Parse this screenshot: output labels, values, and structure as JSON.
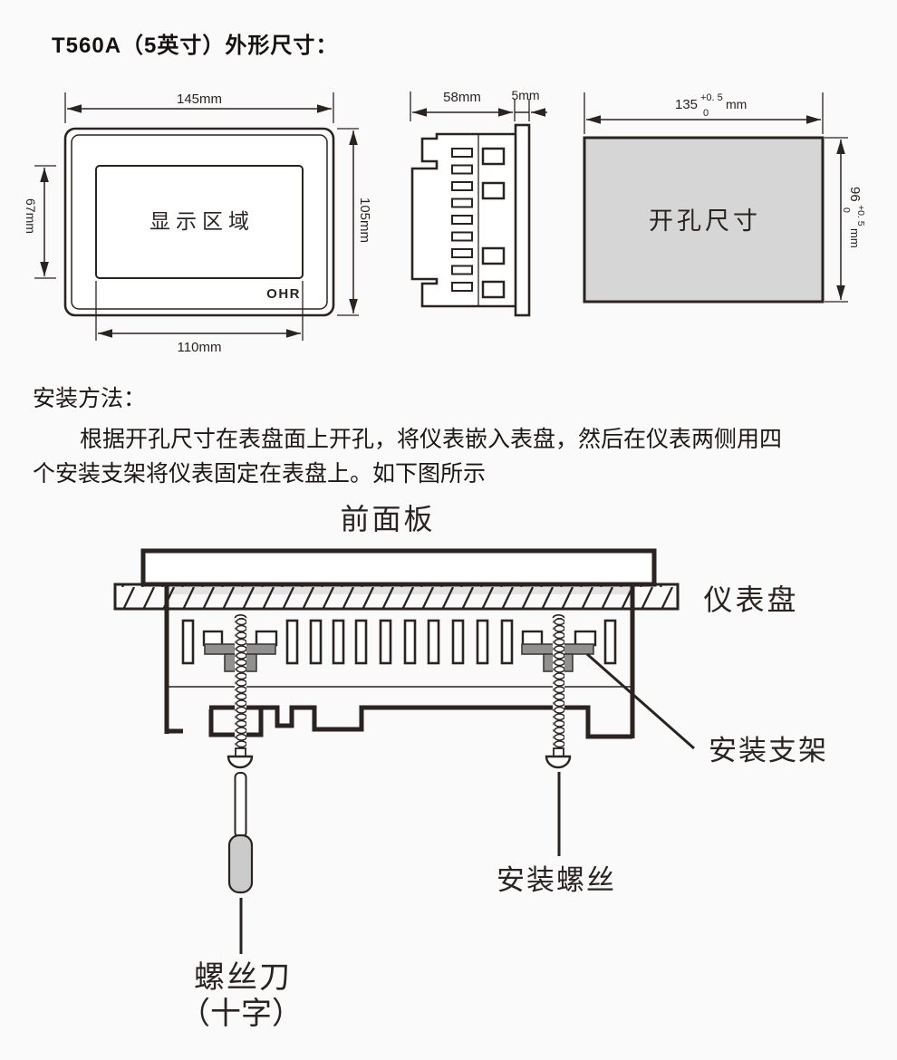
{
  "page": {
    "background": "#fafafa",
    "ink": "#2b2320",
    "cutout_fill": "#d6d6d6",
    "bracket_fill": "#909090",
    "handle_fill": "#cbcbcb"
  },
  "header": {
    "title": "T560A（5英寸）外形尺寸："
  },
  "front_view": {
    "display_area_label": "显示区域",
    "brand_logo": "OHR",
    "width_dim": "145mm",
    "height_dim": "105mm",
    "display_height_dim": "67mm",
    "display_width_dim": "110mm"
  },
  "side_view": {
    "depth_dim": "58mm",
    "bezel_dim": "5mm"
  },
  "cutout_view": {
    "label": "开孔尺寸",
    "width_value": "135",
    "width_tol_upper": "+0. 5",
    "width_tol_lower": "0",
    "width_unit": "mm",
    "height_value": "96",
    "height_tol_upper": "+0. 5",
    "height_tol_lower": "0",
    "height_unit": "mm"
  },
  "installation": {
    "heading": "安装方法：",
    "body_line1": "根据开孔尺寸在表盘面上开孔，将仪表嵌入表盘，然后在仪表两侧用四",
    "body_line2": "个安装支架将仪表固定在表盘上。如下图所示"
  },
  "mounting_diagram": {
    "front_panel_label": "前面板",
    "instrument_panel_label": "仪表盘",
    "bracket_label": "安装支架",
    "screw_label": "安装螺丝",
    "screwdriver_label_line1": "螺丝刀",
    "screwdriver_label_line2": "（十字）"
  }
}
